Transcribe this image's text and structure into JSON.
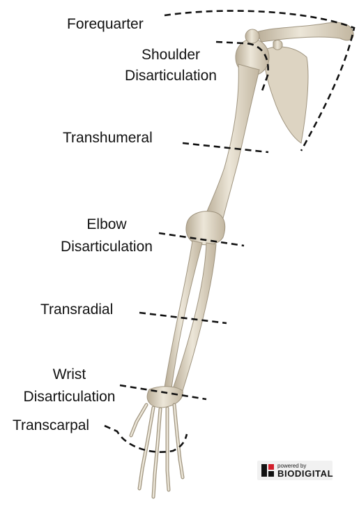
{
  "labels": {
    "forequarter": "Forequarter",
    "shoulder_1": "Shoulder",
    "shoulder_2": "Disarticulation",
    "transhumeral": "Transhumeral",
    "elbow_1": "Elbow",
    "elbow_2": "Disarticulation",
    "transradial": "Transradial",
    "wrist_1": "Wrist",
    "wrist_2": "Disarticulation",
    "transcarpal": "Transcarpal"
  },
  "badge": {
    "powered_by": "powered by",
    "brand": "BIODIGITAL",
    "logo": "biodigital-logo-icon"
  },
  "colors": {
    "bone": "#e4dccb",
    "bone_shade": "#b9ad97",
    "cut_line": "#111111",
    "brand_red": "#d21f2b"
  }
}
